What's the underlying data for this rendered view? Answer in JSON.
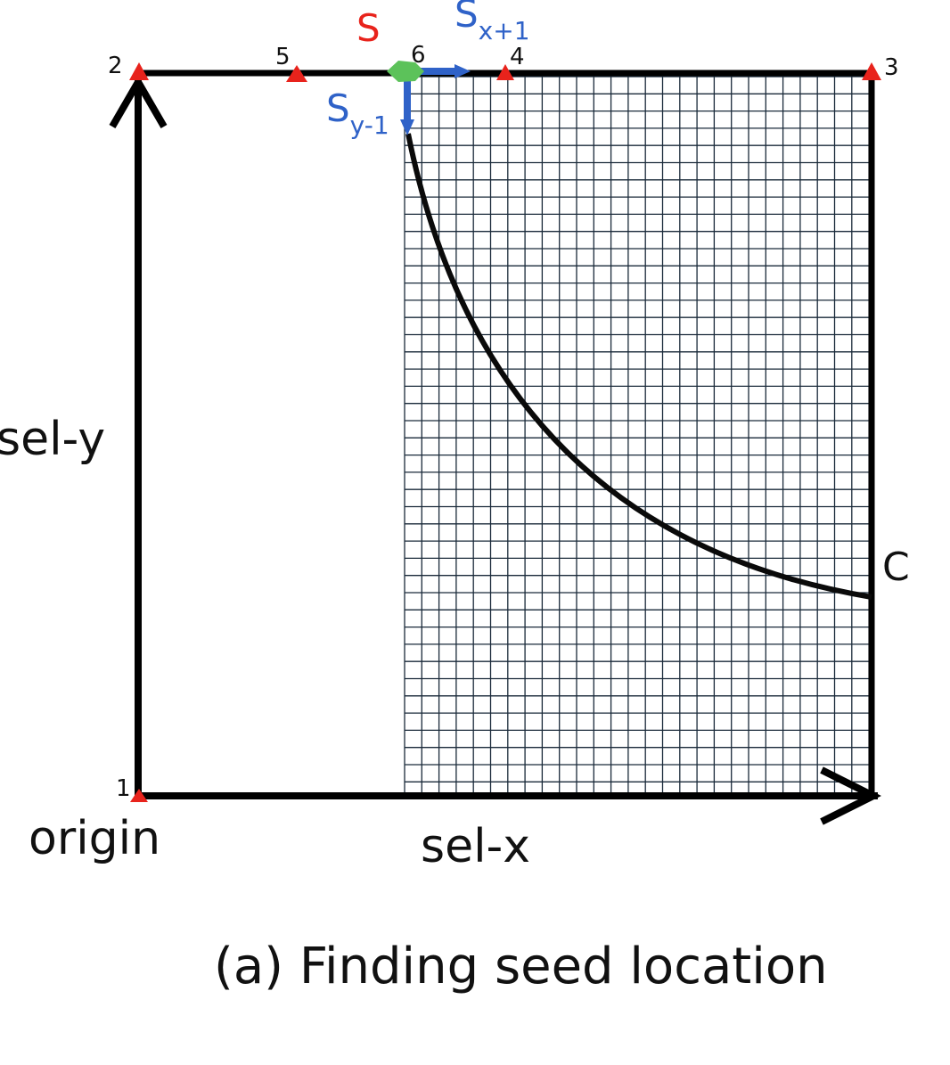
{
  "labels": {
    "y_axis": "sel-y",
    "x_axis": "sel-x",
    "origin": "origin",
    "curve": "C",
    "seed": "S",
    "seed_x_plus_1": {
      "base": "S",
      "sub": "x+1"
    },
    "seed_y_minus_1": {
      "base": "S",
      "sub": "y-1"
    }
  },
  "markers": [
    {
      "id": "1"
    },
    {
      "id": "2"
    },
    {
      "id": "3"
    },
    {
      "id": "4"
    },
    {
      "id": "5"
    },
    {
      "id": "6"
    }
  ],
  "caption": "(a) Finding seed location",
  "colors": {
    "axis": "#000000",
    "grid": "#1a2a3a",
    "marker": "#e8231c",
    "seed_label": "#e8231c",
    "seed_point": "#5cc25a",
    "arrows_blue": "#2f62c8",
    "curve": "#0a0a0a"
  }
}
